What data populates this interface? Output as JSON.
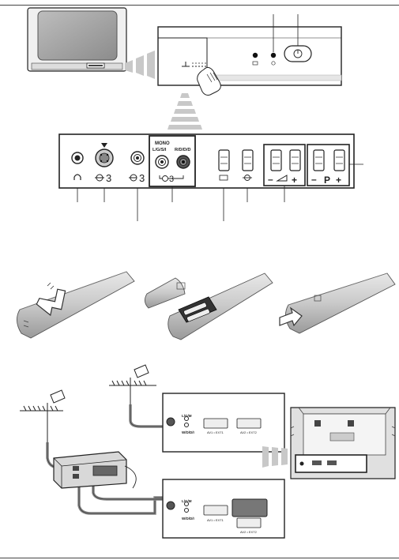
{
  "front_panel": {
    "label_mono": "MONO",
    "label_lgl": "L/G/S/I",
    "label_rddd": "R/D/D/D",
    "label_av3_svideo": "3",
    "label_av3_video": "3",
    "label_av3_audio": "3",
    "label_minus_vol": "–",
    "label_plus_vol": "+",
    "label_minus_p": "–",
    "label_p": "P",
    "label_plus_p": "+"
  },
  "connection_panel": {
    "label_lgm": "L/G/M",
    "label_wdir": "W/D/D/I",
    "label_av1": "AV1 • EXT1",
    "label_av2": "AV2 • EXT2"
  },
  "colors": {
    "line": "#222222",
    "panel": "#ffffff",
    "shade": "#b5b5b5"
  }
}
